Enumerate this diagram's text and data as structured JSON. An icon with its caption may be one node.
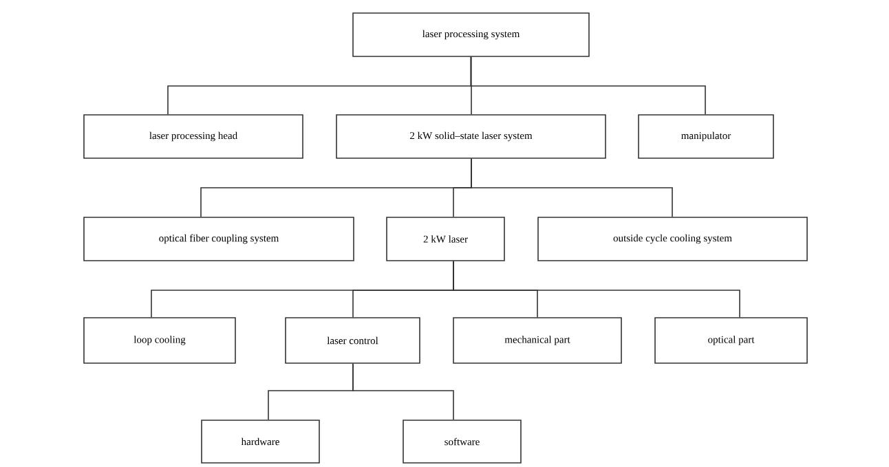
{
  "diagram": {
    "nodes": [
      {
        "text": [
          "laser processing system"
        ]
      },
      {
        "text": [
          "laser processing head"
        ]
      },
      {
        "text": [
          "2 kW solid–state laser system"
        ]
      },
      {
        "text": [
          "manipulator"
        ]
      },
      {
        "text": [
          "optical fiber coupling system"
        ]
      },
      {
        "text": [
          "2 kW laser"
        ]
      },
      {
        "text": [
          "outside cycle cooling system"
        ]
      },
      {
        "text": [
          "loop cooling"
        ]
      },
      {
        "text": [
          "laser control"
        ]
      },
      {
        "text": [
          "mechanical part"
        ]
      },
      {
        "text": [
          "optical part"
        ]
      },
      {
        "text": [
          "hardware"
        ]
      },
      {
        "text": [
          "software"
        ]
      }
    ],
    "edges": [
      {
        "from": 0,
        "to": 1,
        "arrow": "none"
      },
      {
        "from": 0,
        "to": 2,
        "arrow": "none"
      },
      {
        "from": 0,
        "to": 3,
        "arrow": "none"
      },
      {
        "from": 2,
        "to": 4,
        "arrow": "none"
      },
      {
        "from": 2,
        "to": 5,
        "arrow": "none"
      },
      {
        "from": 2,
        "to": 6,
        "arrow": "none"
      },
      {
        "from": 5,
        "to": 7,
        "arrow": "none"
      },
      {
        "from": 5,
        "to": 8,
        "arrow": "none"
      },
      {
        "from": 5,
        "to": 9,
        "arrow": "none"
      },
      {
        "from": 5,
        "to": 10,
        "arrow": "none"
      },
      {
        "from": 8,
        "to": 11,
        "arrow": "none"
      },
      {
        "from": 8,
        "to": 12,
        "arrow": "none"
      }
    ]
  }
}
